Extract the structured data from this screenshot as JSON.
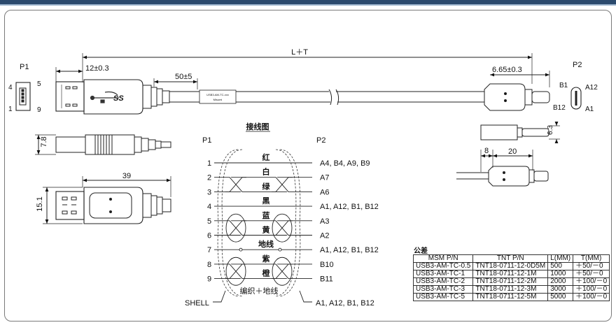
{
  "dims": {
    "total": "L＋T",
    "left_len": "12±0.3",
    "mid_len": "50±5",
    "right_len": "6.65±0.3",
    "plug_height": "7.8",
    "plug_length": "39",
    "plug_width": "15.1",
    "c_height": "6.3",
    "c_d1": "8",
    "c_d2": "20"
  },
  "connectors": {
    "p1_label": "P1",
    "p1_pins": [
      "4",
      "5",
      "1",
      "9"
    ],
    "p2_label": "P2",
    "p2_pins": [
      "B1",
      "A12",
      "B12",
      "A1"
    ],
    "cable_label_line1": "USB3-AM-TC-xxx",
    "cable_label_line2": "Misumi"
  },
  "wiring": {
    "title": "接线图",
    "left_header": "P1",
    "right_header": "P2",
    "rows": [
      {
        "pin": "1",
        "color": "红",
        "dest": "A4, B4, A9, B9"
      },
      {
        "pin": "2",
        "color": "白",
        "dest": "A7"
      },
      {
        "pin": "3",
        "color": "绿",
        "dest": "A6"
      },
      {
        "pin": "4",
        "color": "黑",
        "dest": "A1, A12, B1, B12"
      },
      {
        "pin": "5",
        "color": "蓝",
        "dest": "A3"
      },
      {
        "pin": "6",
        "color": "黄",
        "dest": "A2"
      },
      {
        "pin": "7",
        "color": "地线",
        "dest": "A1, A12, B1, B12"
      },
      {
        "pin": "8",
        "color": "紫",
        "dest": "B10"
      },
      {
        "pin": "9",
        "color": "橙",
        "dest": "B11"
      }
    ],
    "shell_label": "SHELL",
    "shell_color": "编织＋地线",
    "shell_dest": "A1, A12, B1, B12"
  },
  "tolerance": {
    "title": "公差",
    "headers": [
      "MSM P/N",
      "TNT P/N",
      "L(MM)",
      "T(MM)"
    ],
    "rows": [
      [
        "USB3-AM-TC-0.5",
        "TNT18-0711-12-0D5M",
        "500",
        "＋50/－0"
      ],
      [
        "USB3-AM-TC-1",
        "TNT18-0711-12-1M",
        "1000",
        "＋50/－0"
      ],
      [
        "USB3-AM-TC-2",
        "TNT18-0711-12-2M",
        "2000",
        "＋100/－0"
      ],
      [
        "USB3-AM-TC-3",
        "TNT18-0711-12-3M",
        "3000",
        "＋100/－0"
      ],
      [
        "USB3-AM-TC-5",
        "TNT18-0711-12-5M",
        "5000",
        "＋100/－0"
      ]
    ]
  }
}
